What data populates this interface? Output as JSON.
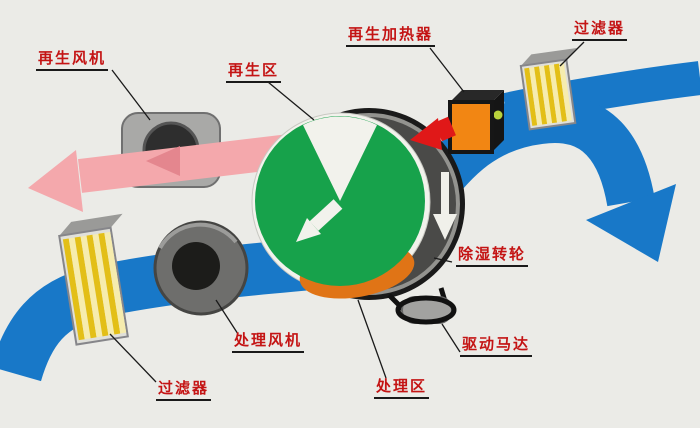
{
  "diagram": {
    "subject": "rotary-desiccant-dehumidifier-schematic",
    "labels": {
      "regen_fan": "再生风机",
      "regen_zone": "再生区",
      "regen_heater": "再生加热器",
      "filter_top": "过滤器",
      "wheel": "除湿转轮",
      "drive_motor": "驱动马达",
      "process_zone": "处理区",
      "process_fan": "处理风机",
      "filter_bottom": "过滤器"
    },
    "colors": {
      "background": "#ebebe7",
      "process_air": "#1878c8",
      "regen_hot_air": "#e01818",
      "regen_exhaust_air": "#f4a8ac",
      "wheel_face": "#17a24b",
      "wheel_regen_sector": "#f2f2ec",
      "wheel_rim": "#4a4a48",
      "wheel_media": "#e07416",
      "heater_body": "#f28613",
      "heater_indicator": "#b9d23c",
      "filter_media": "#e3bf17",
      "fan_housing": "#a9a9a7",
      "label_text": "#c41414",
      "leader_line": "#1a1a1a"
    }
  }
}
